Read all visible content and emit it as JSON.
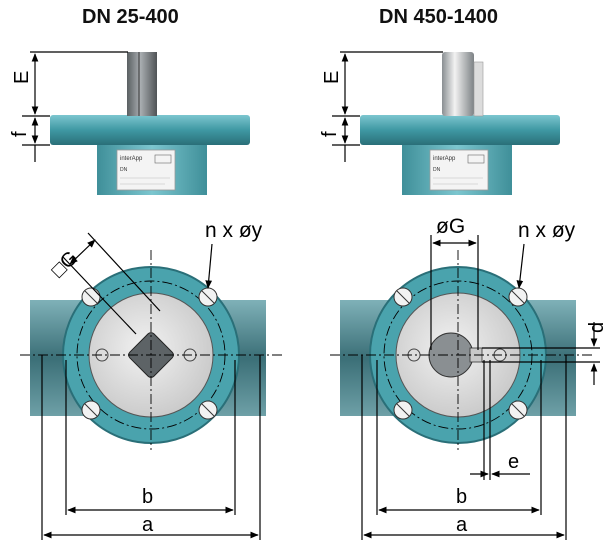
{
  "headers": {
    "left": "DN 25-400",
    "right": "DN 450-1400"
  },
  "labels": {
    "E": "E",
    "f": "f",
    "square_G": "□G",
    "dia_G": "øG",
    "n_x_y": "n x øy",
    "a": "a",
    "b": "b",
    "d": "d",
    "e": "e"
  },
  "nameplate": {
    "brand": "interApp",
    "code": "DN"
  },
  "colors": {
    "flange": "#4aa3ad",
    "flange_dark": "#2f7e88",
    "shaft_steel": "#9aa0a3",
    "gray_bore": "#cfcfcf",
    "pipe": "#5e8e96"
  }
}
